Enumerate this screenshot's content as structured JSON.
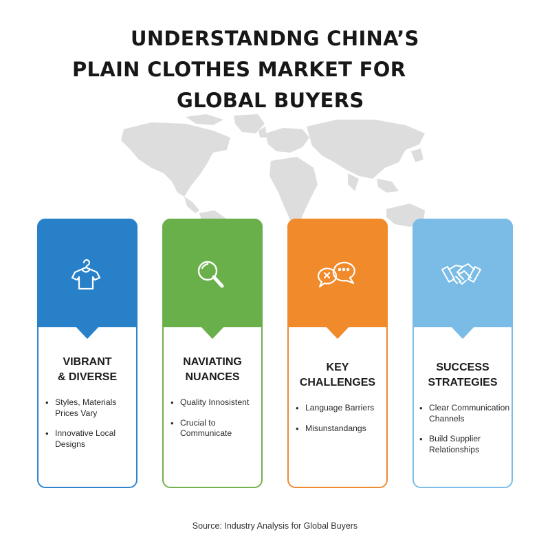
{
  "title": {
    "line1": "UNDERSTANDNG CHINA’S",
    "line2": "PLAIN CLOTHES MARKET FOR",
    "line3": "GLOBAL BUYERS"
  },
  "colors": {
    "blue": "#2880c8",
    "green": "#6ab04a",
    "orange": "#f08a2a",
    "light_blue": "#7abce6",
    "map_gray": "#dcdcdc"
  },
  "cards": [
    {
      "icon": "t-shirt-hanger-icon",
      "heading_line1": "VIBRANT",
      "heading_line2": "& DIVERSE",
      "bullets": [
        "Styles, Materials Prices Vary",
        "Innovative Local Designs"
      ]
    },
    {
      "icon": "magnifying-glass-icon",
      "heading_line1": "NAVIATING",
      "heading_line2": "NUANCES",
      "bullets": [
        "Quality Innosistent",
        "Crucial to Communicate"
      ]
    },
    {
      "icon": "chat-bubbles-icon",
      "heading_line1": "KEY",
      "heading_line2": "CHALLENGES",
      "bullets": [
        "Language Barriers",
        "Misunstandangs"
      ]
    },
    {
      "icon": "handshake-icon",
      "heading_line1": "SUCCESS",
      "heading_line2": "STRATEGIES",
      "bullets": [
        "Clear Communication Channels",
        "Build Supplier Relationships"
      ]
    }
  ],
  "source": "Source: Industry Analysis for Global Buyers"
}
